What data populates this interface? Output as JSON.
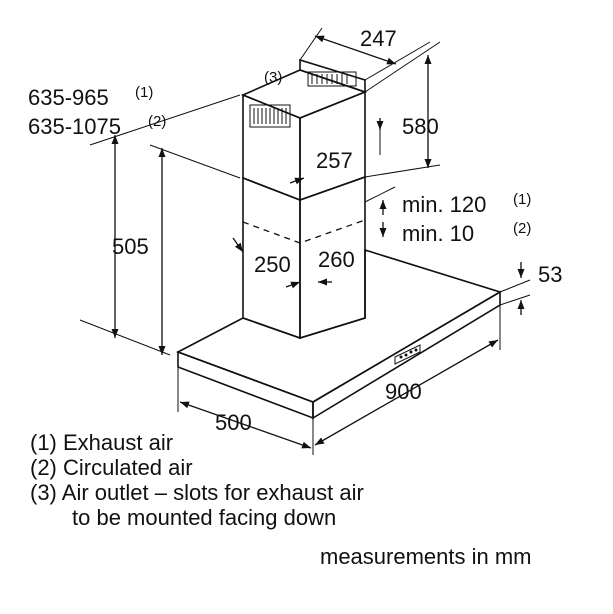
{
  "dimensions": {
    "duct_depth": "247",
    "total_height_exhaust": "635-965",
    "total_height_exhaust_note": "(1)",
    "total_height_circ": "635-1075",
    "total_height_circ_note": "(2)",
    "outlet_note": "(3)",
    "upper_duct_height": "580",
    "upper_duct_width": "257",
    "lower_duct_height": "505",
    "lower_duct_width": "250",
    "lower_duct_depth": "260",
    "min_exhaust": "min. 120",
    "min_exhaust_note": "(1)",
    "min_circ": "min. 10",
    "min_circ_note": "(2)",
    "canopy_thickness": "53",
    "hood_width": "900",
    "hood_depth": "500"
  },
  "legend": {
    "item1": "(1) Exhaust air",
    "item2": "(2) Circulated air",
    "item3_line1": "(3) Air outlet – slots for exhaust air",
    "item3_line2": "to be mounted facing down"
  },
  "units_note": "measurements in mm"
}
